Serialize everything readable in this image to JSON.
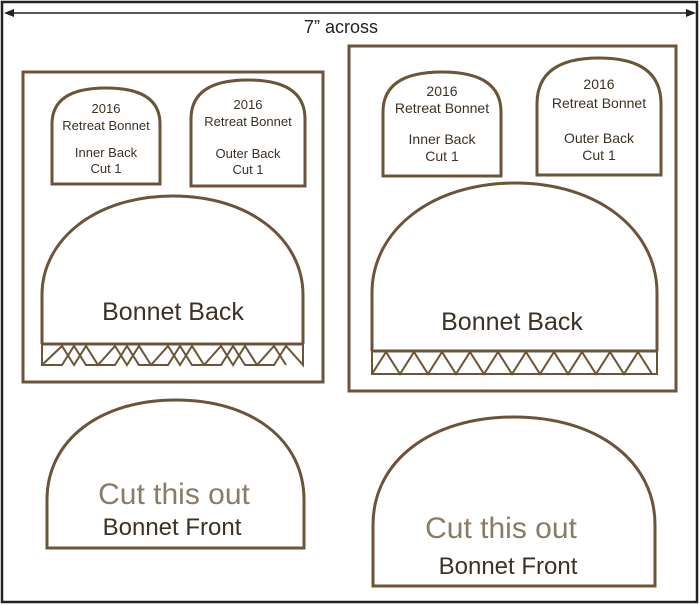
{
  "header": {
    "measure_label": "7” across"
  },
  "colors": {
    "outline": "#6b5437",
    "frame": "#222222",
    "text_dark": "#3d3126",
    "text_light": "#8a7a68"
  },
  "left_set": {
    "inner_back": {
      "year": "2016",
      "title": "Retreat Bonnet",
      "piece": "Inner Back",
      "cut": "Cut 1"
    },
    "outer_back": {
      "year": "2016",
      "title": "Retreat Bonnet",
      "piece": "Outer Back",
      "cut": "Cut 1"
    },
    "bonnet_back_label": "Bonnet Back",
    "front": {
      "cut_label": "Cut this out",
      "name": "Bonnet Front"
    }
  },
  "right_set": {
    "inner_back": {
      "year": "2016",
      "title": "Retreat Bonnet",
      "piece": "Inner Back",
      "cut": "Cut 1"
    },
    "outer_back": {
      "year": "2016",
      "title": "Retreat Bonnet",
      "piece": "Outer Back",
      "cut": "Cut 1"
    },
    "bonnet_back_label": "Bonnet Back",
    "front": {
      "cut_label": "Cut this out",
      "name": "Bonnet Front"
    }
  }
}
